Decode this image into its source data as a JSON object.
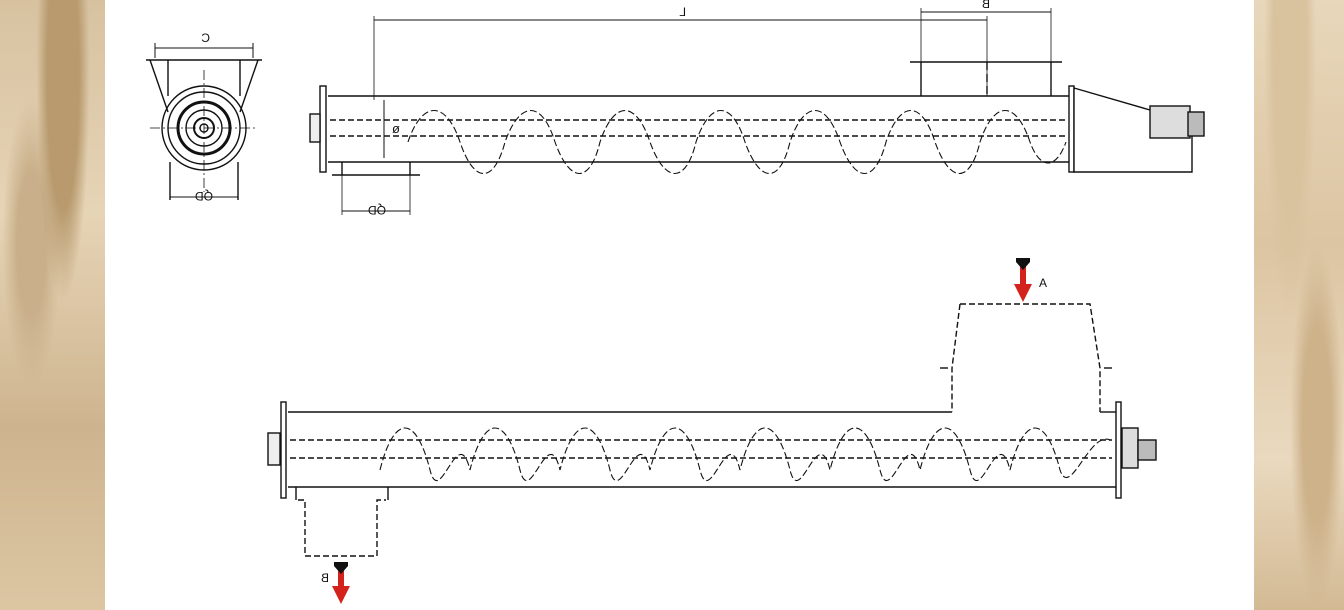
{
  "labels": {
    "dim_c": "C",
    "dim_l": "L",
    "dim_b": "B",
    "dim_qd_end": "QD",
    "dim_qd_inlet": "QD",
    "diameter_symbol": "ø",
    "arrow_a": "A",
    "arrow_b": "B"
  },
  "colors": {
    "arrow": "#d4231c",
    "line": "#111111",
    "background_sheet": "#ffffff"
  }
}
